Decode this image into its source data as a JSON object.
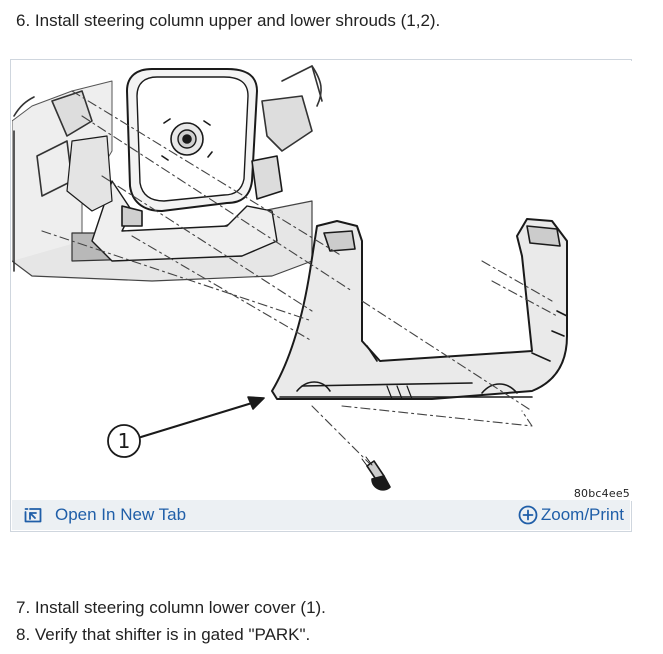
{
  "steps": {
    "step6": "6. Install steering column upper and lower shrouds (1,2).",
    "step7": "7. Install steering column lower cover (1).",
    "step8": "8. Verify that shifter is in gated \"PARK\"."
  },
  "figure": {
    "callout_label": "1",
    "code": "80bc4ee5",
    "toolbar": {
      "open_tab_label": "Open In New Tab",
      "open_tab_icon": "open-external-icon",
      "zoom_print_label": "Zoom/Print",
      "zoom_print_icon": "plus-circle-icon"
    }
  },
  "colors": {
    "link": "#1f5ea8",
    "toolbar_bg": "#ecf0f3",
    "border": "#cfd6de",
    "text": "#222222"
  }
}
